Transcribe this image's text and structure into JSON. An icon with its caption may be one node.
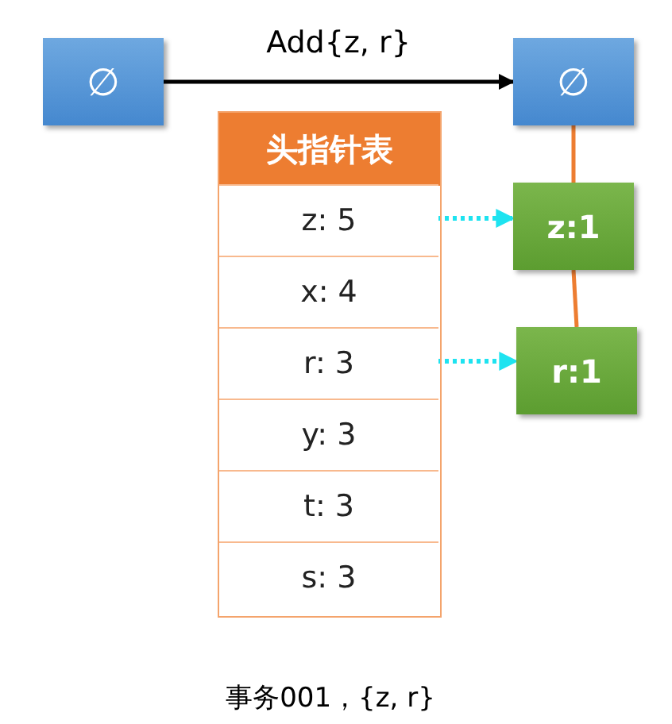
{
  "diagram": {
    "caption": "事务001，{z, r}",
    "nodes": [
      {
        "text": [
          "∅"
        ]
      },
      {
        "text": [
          "∅"
        ]
      },
      {
        "text": [
          "头指针表"
        ]
      },
      {
        "text": [
          "z: 5"
        ],
        "in": 2
      },
      {
        "text": [
          "x: 4"
        ],
        "in": 2
      },
      {
        "text": [
          "r: 3"
        ],
        "in": 2
      },
      {
        "text": [
          "y: 3"
        ],
        "in": 2
      },
      {
        "text": [
          "t: 3"
        ],
        "in": 2
      },
      {
        "text": [
          "s: 3"
        ],
        "in": 2
      },
      {
        "text": [
          "z:1"
        ]
      },
      {
        "text": [
          "r:1"
        ]
      }
    ],
    "edges": [
      {
        "from": 0,
        "to": 1,
        "arrow": "to",
        "label": "Add{z, r}",
        "color": "#000000"
      },
      {
        "from": 1,
        "to": 9,
        "arrow": "none",
        "color": "#ed7d31"
      },
      {
        "from": 9,
        "to": 10,
        "arrow": "none",
        "color": "#ed7d31"
      },
      {
        "from": 3,
        "to": 9,
        "arrow": "to",
        "style": "dashed",
        "color": "#1ee3f0"
      },
      {
        "from": 5,
        "to": 10,
        "arrow": "to",
        "style": "dashed",
        "color": "#1ee3f0"
      }
    ]
  }
}
